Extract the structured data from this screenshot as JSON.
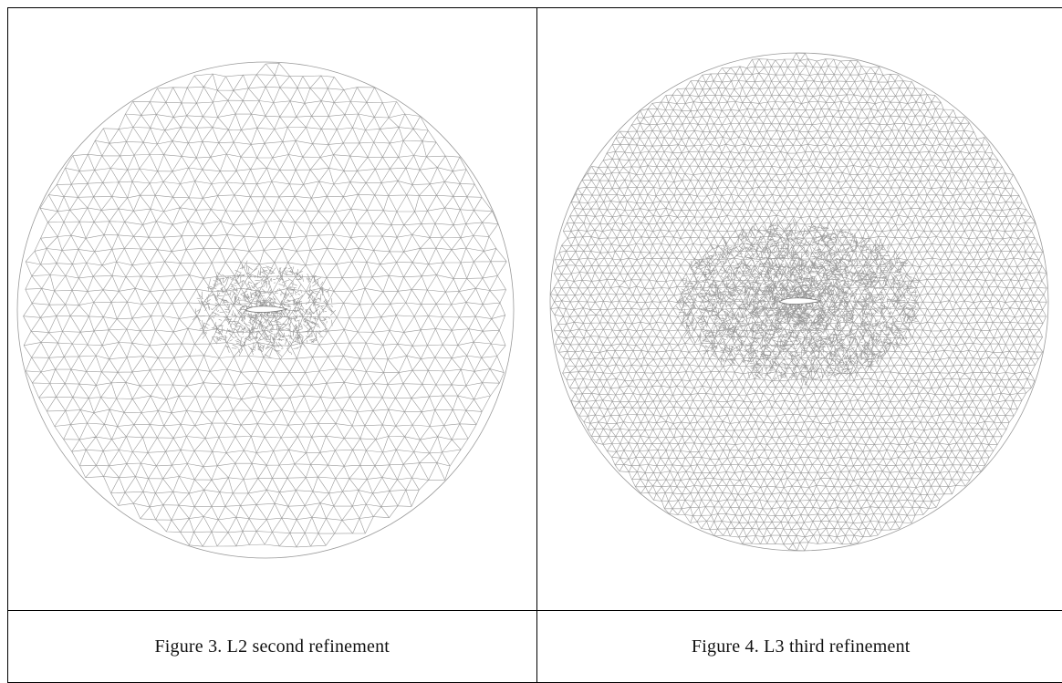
{
  "figures": [
    {
      "caption": "Figure 3. L2 second refinement",
      "mesh_icon": "triangular-mesh-circle-with-airfoil",
      "refinement_level": 2
    },
    {
      "caption": "Figure 4. L3 third refinement",
      "mesh_icon": "triangular-mesh-circle-with-airfoil",
      "refinement_level": 3
    }
  ],
  "colors": {
    "mesh": "#9a9a9a",
    "border": "#000000",
    "background": "#ffffff"
  }
}
